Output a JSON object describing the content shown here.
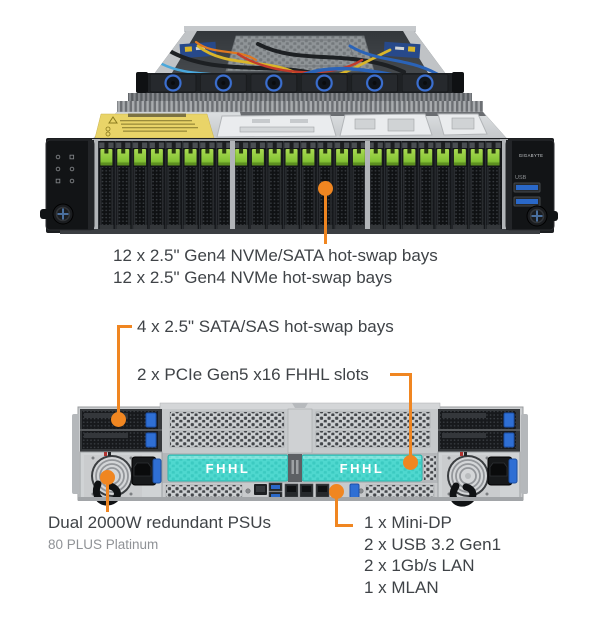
{
  "colors": {
    "accent_orange": "#F08621",
    "text_dark": "#3F4347",
    "text_muted": "#8F9296",
    "bay_latch_green": "#8CC63F",
    "fhhl_teal": "#4FD8CF",
    "usb_blue": "#2F6FD4"
  },
  "front_view": {
    "drive_bay_count": 24,
    "brand_label": "GIGABYTE",
    "usb_label": "USB"
  },
  "rear_view": {
    "fhhl_left_label": "FHHL",
    "fhhl_right_label": "FHHL"
  },
  "annotations": {
    "front_bays_line1": "12 x 2.5\" Gen4 NVMe/SATA hot-swap bays",
    "front_bays_line2": "12 x 2.5\" Gen4 NVMe hot-swap bays",
    "rear_bays": "4 x 2.5\" SATA/SAS hot-swap bays",
    "pcie_slots": "2 x PCIe Gen5 x16 FHHL slots",
    "psu_title": "Dual 2000W redundant PSUs",
    "psu_subtitle": "80 PLUS Platinum",
    "io_items": [
      "1 x Mini-DP",
      "2 x USB 3.2 Gen1",
      "2 x 1Gb/s LAN",
      "1 x MLAN"
    ]
  }
}
